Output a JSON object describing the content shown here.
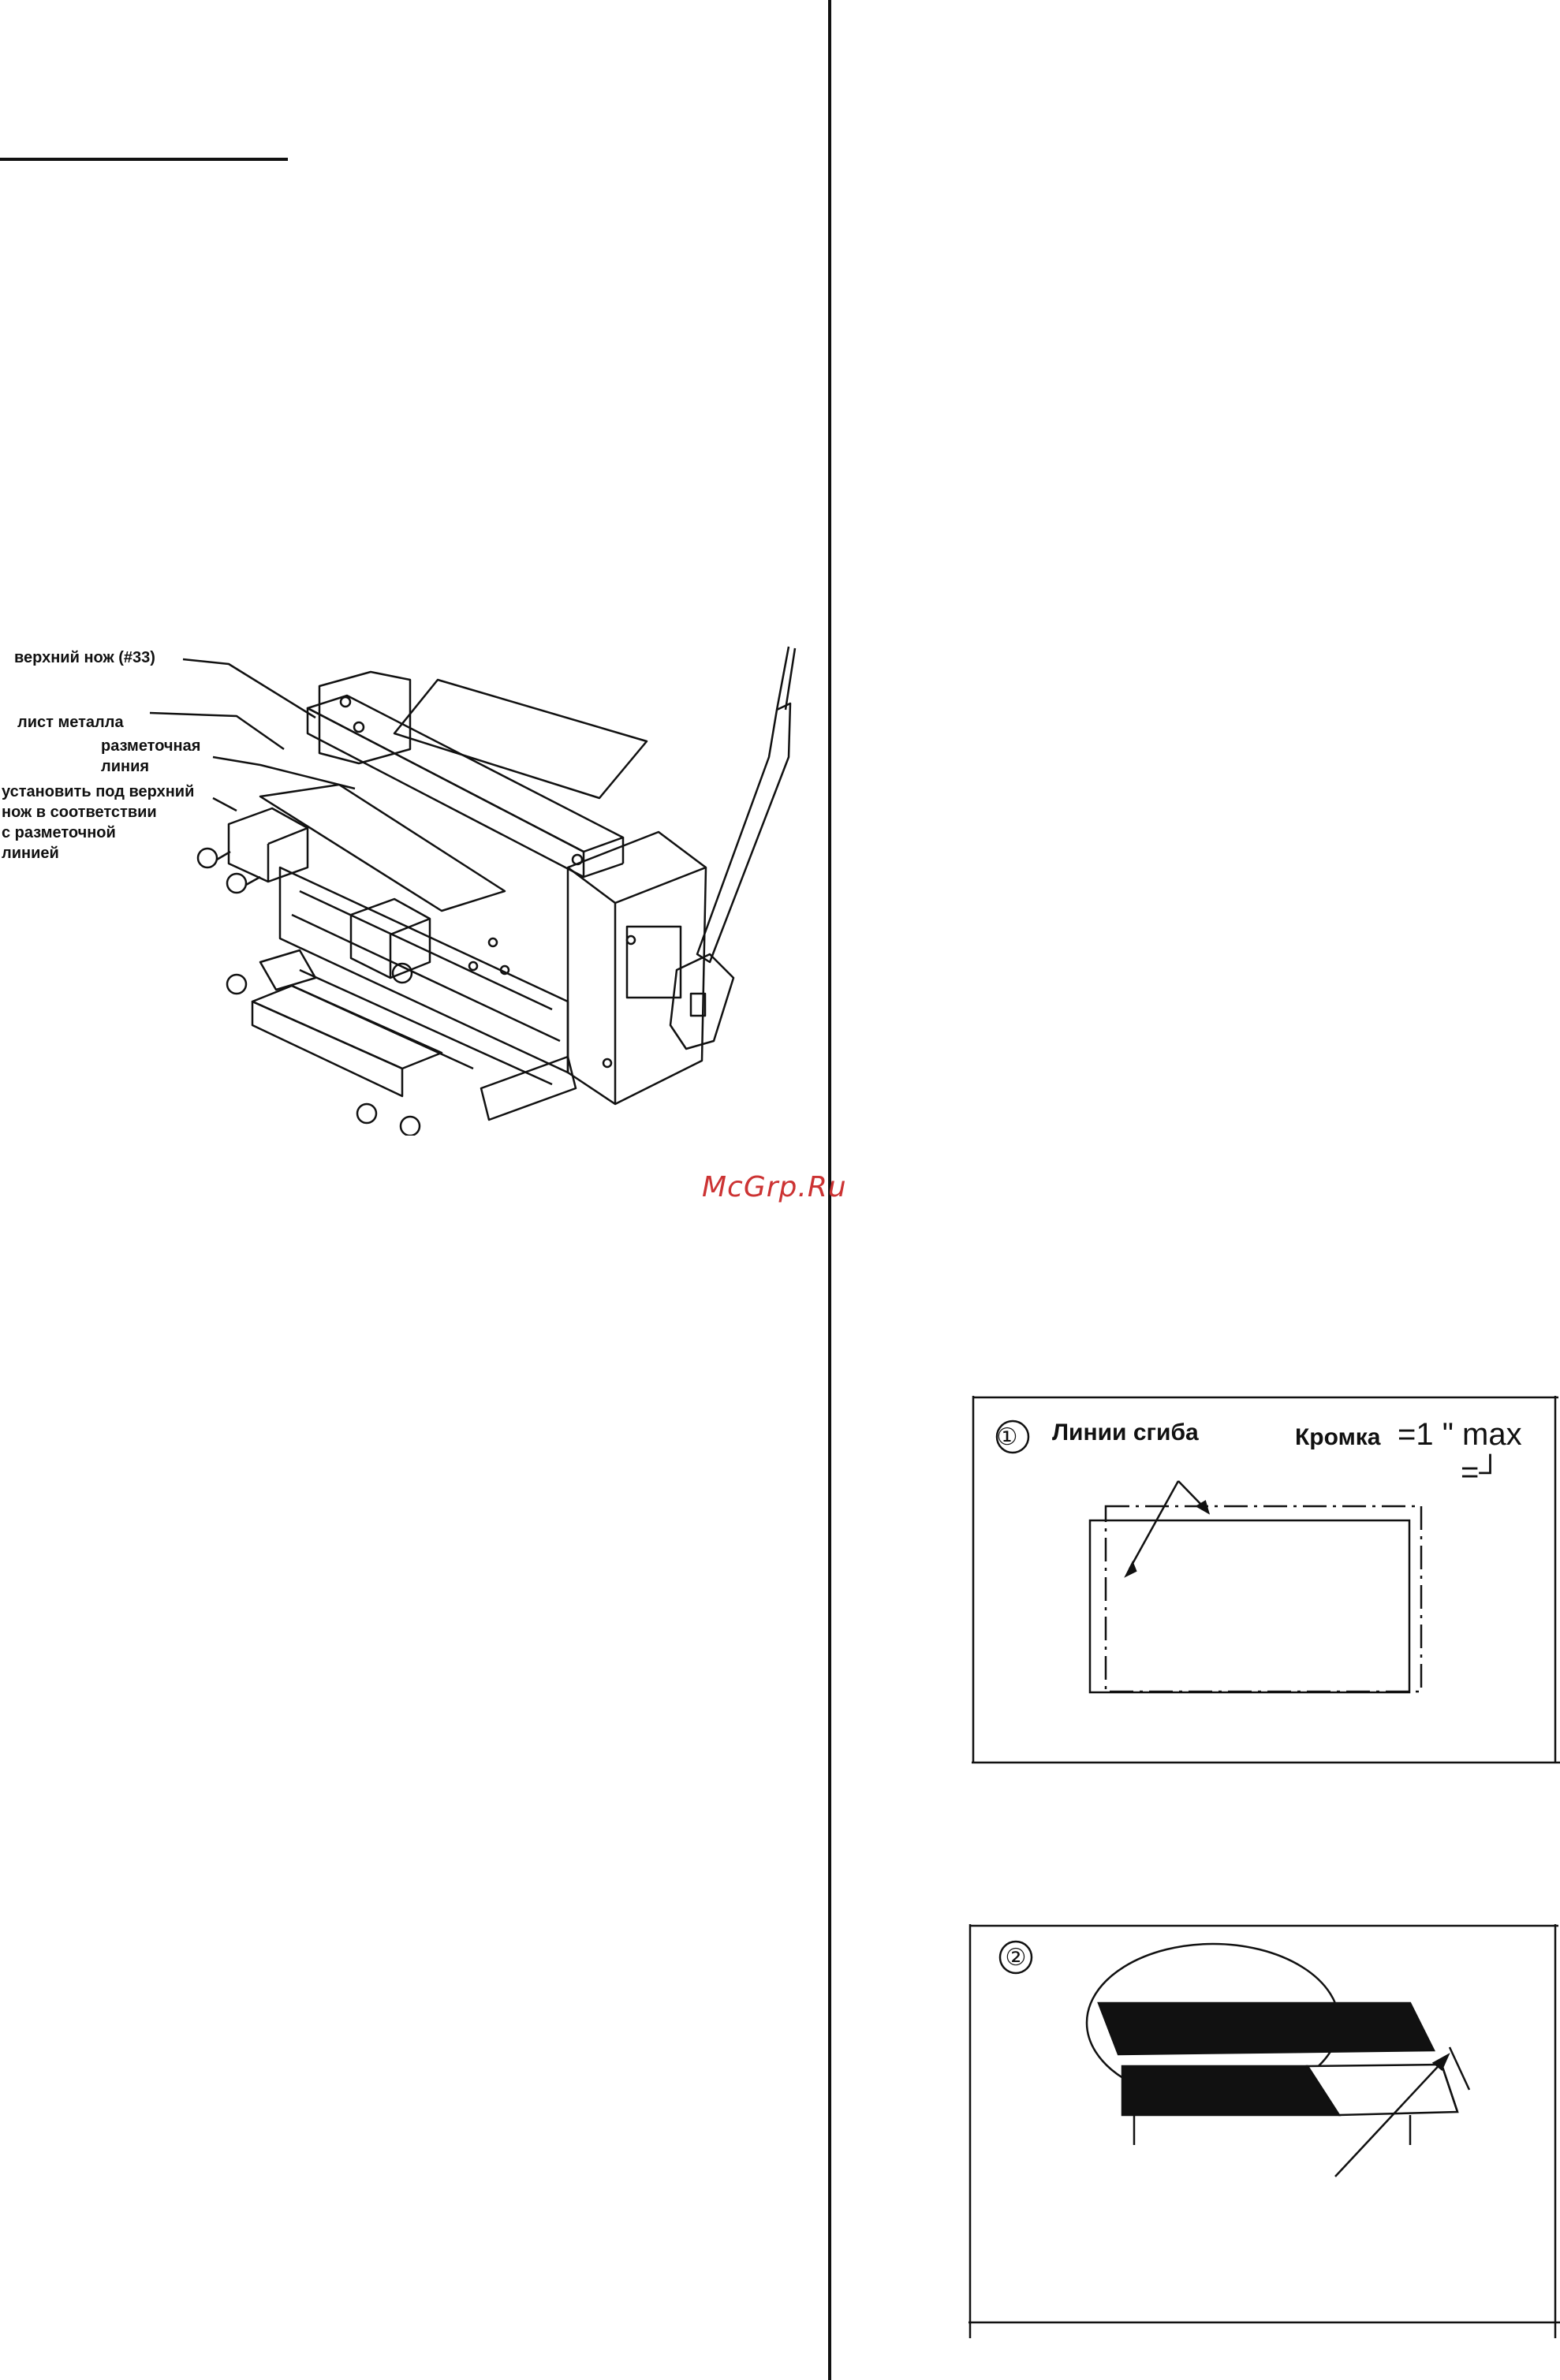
{
  "machine_figure": {
    "callouts": {
      "upper_blade": "верхний нож (#33)",
      "sheet_metal": "лист металла",
      "marking_line_1": "разметочная",
      "marking_line_2": "линия",
      "install_1": "установить под верхний",
      "install_2": "нож в соответствии",
      "install_3": "с разметочной",
      "install_4": "линией"
    }
  },
  "watermark": "McGrp.Ru",
  "figure_1": {
    "number": "①",
    "bend_lines_label": "Линии сгиба",
    "edge_label": "Кромка",
    "edge_value": "=1 \" max",
    "edge_mark": "=┘"
  },
  "figure_2": {
    "number": "②"
  }
}
